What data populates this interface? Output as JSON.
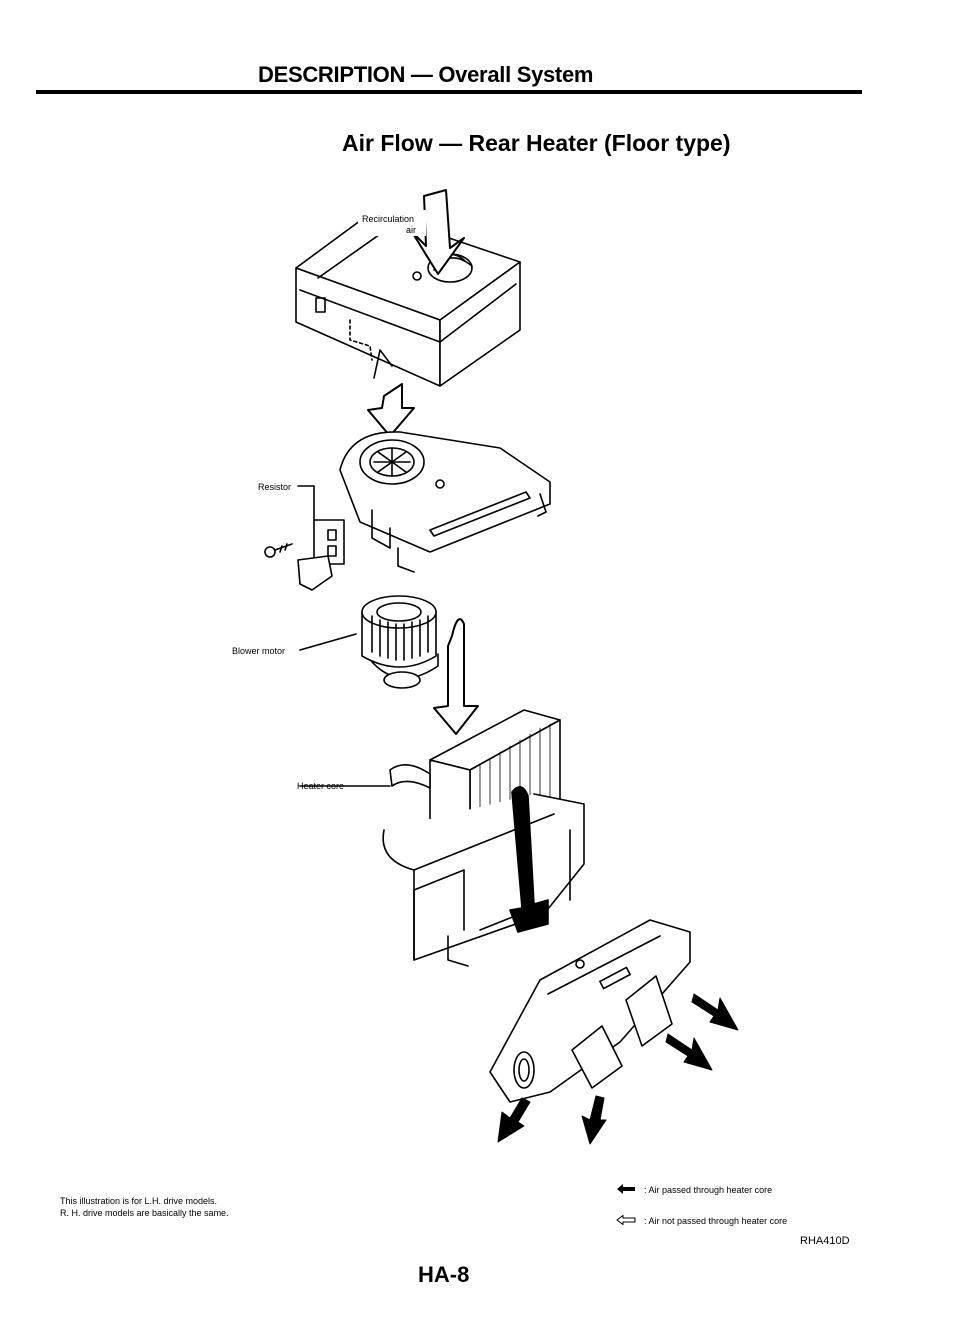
{
  "header": {
    "section_title": "DESCRIPTION — Overall System",
    "figure_title": "Air Flow — Rear Heater (Floor type)"
  },
  "diagram": {
    "labels": {
      "recirculation_line1": "Recirculation",
      "recirculation_line2": "air",
      "resistor": "Resistor",
      "blower_motor": "Blower motor",
      "heater_core": "Heater core"
    },
    "icons": [
      "intake-box",
      "down-arrow",
      "blower-case",
      "resistor",
      "screw",
      "blower-fan",
      "heater-core",
      "heater-case",
      "floor-duct",
      "outlet-arrows"
    ]
  },
  "footer": {
    "note_line1": "This illustration is for L.H. drive models.",
    "note_line2": "R. H. drive models are basically the same.",
    "legend": [
      {
        "symbol": "solid-arrow",
        "text": ": Air passed through heater core"
      },
      {
        "symbol": "outline-arrow",
        "text": ": Air not passed through heater core"
      }
    ],
    "figure_code": "RHA410D",
    "page_number": "HA-8"
  }
}
